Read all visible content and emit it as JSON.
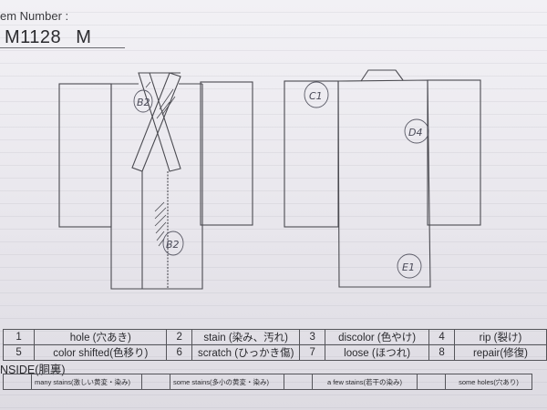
{
  "header": {
    "item_label": "em Number :",
    "item_number": "M1128  M"
  },
  "diagram": {
    "front_view": {
      "annotations": [
        {
          "code": "B2",
          "location": "collar upper-left"
        },
        {
          "code": "B2",
          "location": "front body lower center"
        }
      ]
    },
    "back_view": {
      "annotations": [
        {
          "code": "C1",
          "location": "left sleeve top"
        },
        {
          "code": "D4",
          "location": "upper back right"
        },
        {
          "code": "E1",
          "location": "lower back right"
        }
      ]
    }
  },
  "legend": {
    "rows": [
      [
        {
          "num": "1",
          "label": "hole (穴あき)"
        },
        {
          "num": "2",
          "label": "stain (染み、汚れ)"
        },
        {
          "num": "3",
          "label": "discolor (色やけ)"
        },
        {
          "num": "4",
          "label": "rip (裂け)"
        }
      ],
      [
        {
          "num": "5",
          "label": "color shifted(色移り)"
        },
        {
          "num": "6",
          "label": "scratch (ひっかき傷)"
        },
        {
          "num": "7",
          "label": "loose (ほつれ)"
        },
        {
          "num": "8",
          "label": "repair(修復)"
        }
      ]
    ]
  },
  "inside": {
    "title": "NSIDE(胴裏)",
    "options": [
      {
        "label": "many stains(激しい黄変・染み)"
      },
      {
        "label": "some stains(多小の黄変・染み)"
      },
      {
        "label": "a few stains(若干の染み)"
      },
      {
        "label": "some holes(穴あり)"
      }
    ]
  }
}
